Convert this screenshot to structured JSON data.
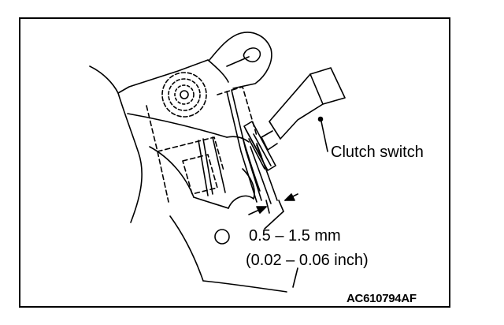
{
  "labels": {
    "clutch_switch": "Clutch switch",
    "gap_mm": "0.5 – 1.5 mm",
    "gap_inch": "(0.02 – 0.06 inch)",
    "figure_code": "AC610794AF"
  },
  "colors": {
    "line": "#000000",
    "background": "#ffffff"
  }
}
